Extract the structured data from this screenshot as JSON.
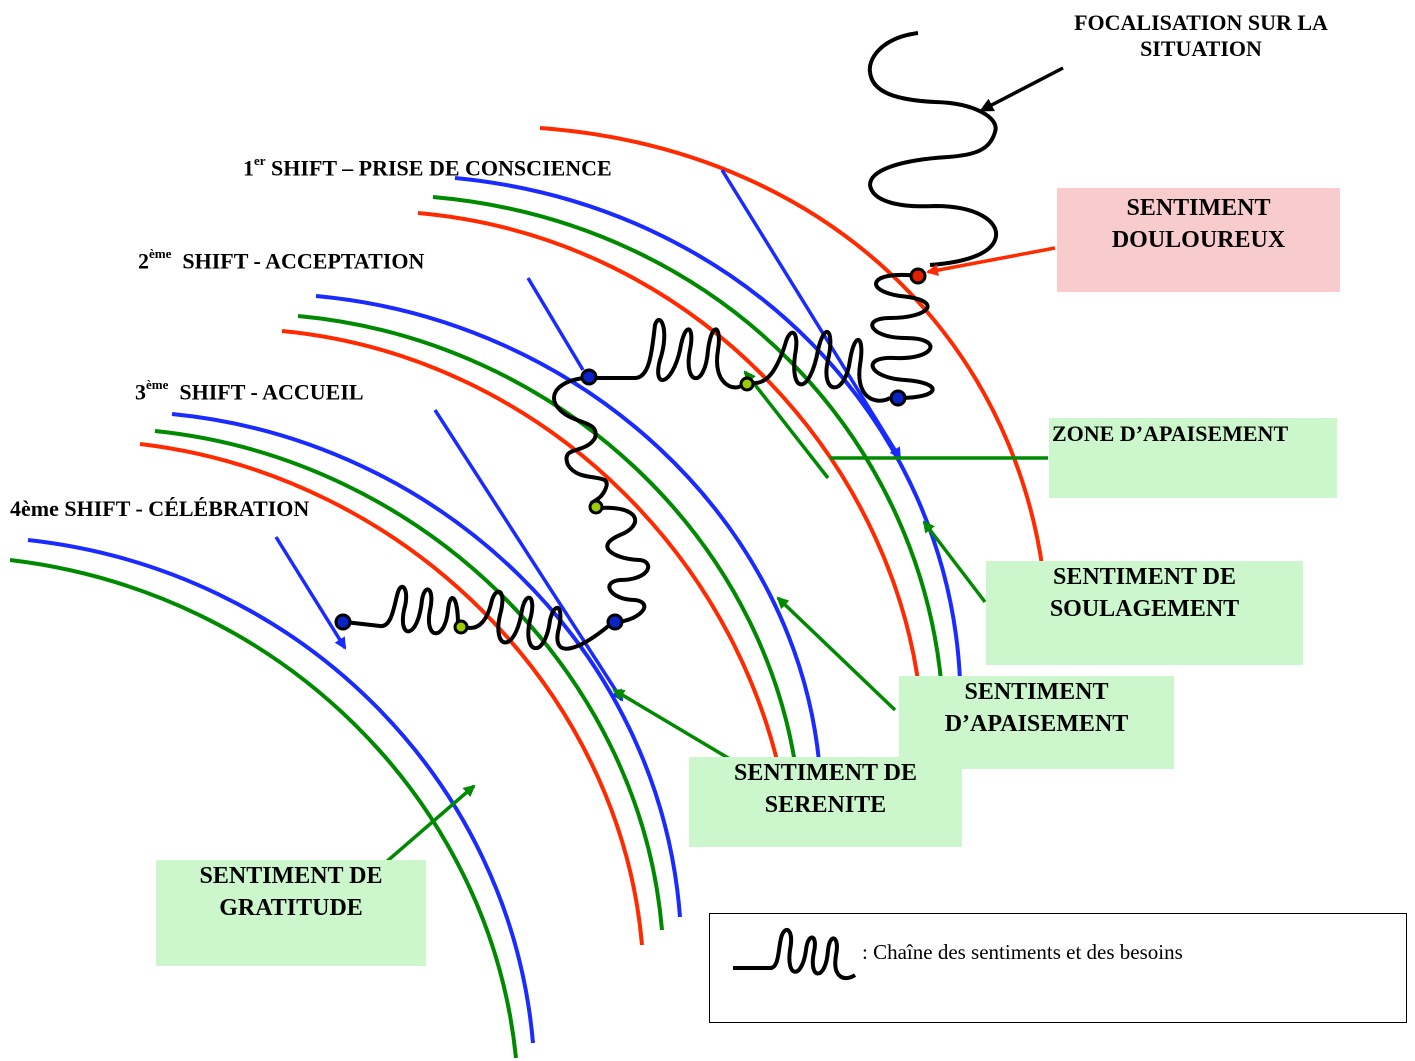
{
  "colors": {
    "red": "#ff2a00",
    "green": "#008a00",
    "blue": "#1a2bff",
    "box_green": "#ccf6cc",
    "box_pink": "#f8cccc",
    "node_red": "#e02000",
    "node_blue": "#0a23c8",
    "node_green": "#9acc00"
  },
  "labels": {
    "focus_line1": "FOCALISATION SUR LA",
    "focus_line2": "SITUATION",
    "shift1_pre": "1",
    "shift1_sup": "er",
    "shift1_rest": " SHIFT – PRISE DE CONSCIENCE",
    "shift2_pre": "2",
    "shift2_sup": "ème",
    "shift2_rest": "  SHIFT - ACCEPTATION",
    "shift3_pre": "3",
    "shift3_sup": "ème",
    "shift3_rest": "  SHIFT - ACCUEIL",
    "shift4": "4ème SHIFT - CÉLÉBRATION"
  },
  "boxes": {
    "douloureux_line1": "SENTIMENT",
    "douloureux_line2": "DOULOUREUX",
    "zone": "ZONE D’APAISEMENT",
    "soulagement_line1": "SENTIMENT DE",
    "soulagement_line2": "SOULAGEMENT",
    "apaisement_line1": "SENTIMENT",
    "apaisement_line2": "D’APAISEMENT",
    "serenite_line1": "SENTIMENT DE",
    "serenite_line2": "SERENITE",
    "gratitude_line1": "SENTIMENT DE",
    "gratitude_line2": "GRATITUDE"
  },
  "legend": {
    "text": ": Chaîne des sentiments et des besoins"
  }
}
